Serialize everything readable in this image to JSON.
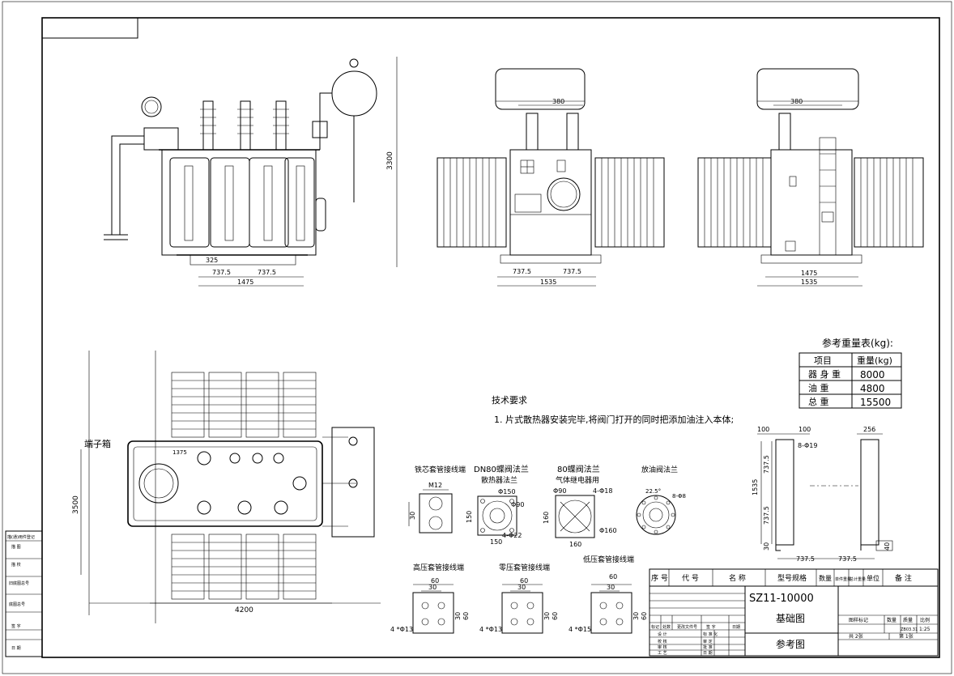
{
  "front_view": {
    "dims": {
      "height": "3300",
      "bottom_total": "1475",
      "bottom_left": "737.5",
      "bottom_right": "737.5",
      "small": "325"
    }
  },
  "side_view_left": {
    "dims": {
      "top": "380",
      "bottom_left": "737.5",
      "bottom_right": "737.5",
      "bottom_total": "1535"
    }
  },
  "side_view_right": {
    "dims": {
      "top": "380",
      "bottom_inner": "1475",
      "bottom_total": "1535"
    }
  },
  "plan_view": {
    "label_terminal_box": "端子箱",
    "dims": {
      "height": "3500",
      "width": "4200",
      "small": "1375"
    }
  },
  "weight_table": {
    "title": "参考重量表(kg):",
    "header": [
      "项目",
      "重量(kg)"
    ],
    "rows": [
      {
        "item": "器 身 重",
        "weight": "8000"
      },
      {
        "item": "油    重",
        "weight": "4800"
      },
      {
        "item": "总    重",
        "weight": "15500"
      }
    ]
  },
  "tech_requirements": {
    "title": "技术要求",
    "item1": "1.  片式散热器安装完毕,将阀门打开的同时把添加油注入本体;"
  },
  "details": {
    "core": {
      "title": "铁芯套管接线端",
      "m": "M12",
      "d30": "30"
    },
    "dn80": {
      "title1": "DN80蝶阀法兰",
      "title2": "散热器法兰",
      "d1": "Φ150",
      "d2": "Φ90",
      "d3": "4-Φ22",
      "w": "150",
      "h": "150"
    },
    "v80": {
      "title1": "80蝶阀法兰",
      "title2": "气体继电器用",
      "d1": "Φ90",
      "d2": "4-Φ18",
      "d3": "Φ160",
      "w": "160",
      "h": "160"
    },
    "drain": {
      "title": "放油阀法兰",
      "d1": "22.5°",
      "d2": "8-Φ8"
    },
    "hv": {
      "title": "高压套管接线端",
      "d60": "60",
      "d30": "30",
      "v30": "30",
      "v60": "60",
      "holes": "4 *Φ13"
    },
    "nv": {
      "title": "零压套管接线端",
      "d60": "60",
      "d30": "30",
      "v30": "30",
      "v60": "60",
      "holes": "4 *Φ13"
    },
    "lv": {
      "title": "低压套管接线端",
      "d60": "60",
      "d30": "30",
      "v30": "30",
      "v60": "60",
      "holes": "4 *Φ15"
    }
  },
  "foundation": {
    "d100a": "100",
    "d100b": "100",
    "d256": "256",
    "holes": "8-Φ19",
    "v1535": "1535",
    "v737a": "737.5",
    "v737b": "737.5",
    "v30": "30",
    "h737a": "737.5",
    "h737b": "737.5",
    "d40": "40"
  },
  "title_block": {
    "headers": [
      "序 号",
      "代   号",
      "名   称",
      "型号规格",
      "数量",
      "单件重量",
      "总计重量",
      "单位",
      "备   注"
    ],
    "model": "SZ11-10000",
    "drawing_name": "基础图",
    "stage_mark": "图样标记",
    "qty": "数量",
    "weight": "质量",
    "scale": "比例",
    "drawing_no": "ZB03.31",
    "scale_value": "1:25",
    "total_sheets": "共  2张",
    "sheet": "第  1张",
    "ref": "参考图",
    "rev_labels": [
      "标记",
      "处数",
      "更改文件号",
      "签  字",
      "日期"
    ],
    "sign_rows": [
      [
        "设  计",
        "标 准 化"
      ],
      [
        "校  核",
        "审  定"
      ],
      [
        "审  核",
        "批  准"
      ],
      [
        "工  艺",
        "日  期"
      ]
    ]
  },
  "side_strip": {
    "labels": [
      "描(通)用件登记",
      "描   图",
      "描   校",
      "旧底图总号",
      "底图总号",
      "签   字",
      "日   期"
    ]
  }
}
